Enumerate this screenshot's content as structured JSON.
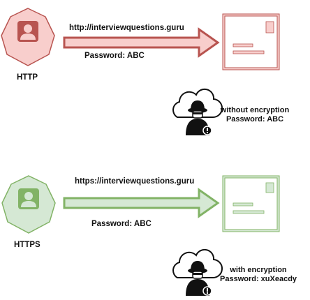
{
  "http": {
    "protocol_label": "HTTP",
    "url": "http://interviewquestions.guru",
    "password_label": "Password: ABC",
    "user_icon": "user-avatar-heptagon-icon",
    "arrow_icon": "right-arrow-icon",
    "document_icon": "envelope-document-icon",
    "fill_color": "#f8cecc",
    "stroke_color": "#b85450",
    "hacker_line1": "without encryption",
    "hacker_line2": "Password: ABC"
  },
  "https": {
    "protocol_label": "HTTPS",
    "url": "https://interviewquestions.guru",
    "password_label": "Password: ABC",
    "user_icon": "user-avatar-heptagon-icon",
    "arrow_icon": "right-arrow-icon",
    "document_icon": "envelope-document-icon",
    "fill_color": "#d5e8d4",
    "stroke_color": "#82b366",
    "hacker_line1": "with encryption",
    "hacker_line2": "Password: xuXeacdy"
  },
  "hacker_icon": "hacker-cloud-icon"
}
